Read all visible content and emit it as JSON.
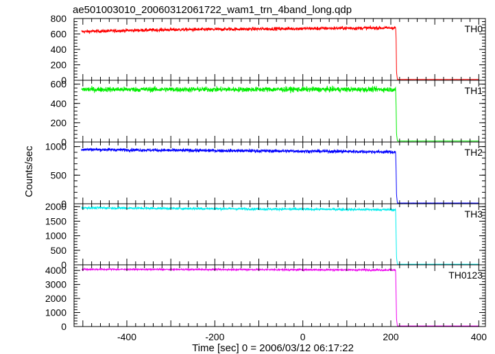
{
  "chart_data": {
    "type": "line",
    "title": "ae501003010_20060312061722_wam1_trn_4band_long.qdp",
    "xlabel": "Time [sec] 0 = 2006/03/12 06:17:22",
    "ylabel": "Counts/sec",
    "xlim": [
      -520,
      415
    ],
    "x_ticks": [
      -400,
      -200,
      0,
      200,
      400
    ],
    "grid": false,
    "step_time": 213,
    "series": [
      {
        "name": "TH0",
        "color": "#ff0000",
        "ylim": [
          0,
          800
        ],
        "y_ticks": [
          0,
          200,
          400,
          600,
          800
        ],
        "x_range": [
          -503,
          400
        ],
        "points": [
          [
            -500,
            630
          ],
          [
            -400,
            645
          ],
          [
            -300,
            655
          ],
          [
            -200,
            660
          ],
          [
            -100,
            665
          ],
          [
            0,
            670
          ],
          [
            100,
            675
          ],
          [
            200,
            678
          ],
          [
            211,
            680
          ],
          [
            212,
            560
          ],
          [
            213,
            100
          ],
          [
            215,
            10
          ],
          [
            400,
            10
          ]
        ],
        "noise": 22
      },
      {
        "name": "TH1",
        "color": "#00ee00",
        "ylim": [
          0,
          640
        ],
        "y_ticks": [
          0,
          200,
          400,
          600
        ],
        "x_range": [
          -503,
          400
        ],
        "points": [
          [
            -500,
            545
          ],
          [
            -300,
            545
          ],
          [
            0,
            545
          ],
          [
            200,
            545
          ],
          [
            211,
            545
          ],
          [
            212,
            380
          ],
          [
            213,
            80
          ],
          [
            215,
            10
          ],
          [
            400,
            10
          ]
        ],
        "noise": 26
      },
      {
        "name": "TH2",
        "color": "#0000ff",
        "ylim": [
          0,
          1080
        ],
        "y_ticks": [
          0,
          500,
          1000
        ],
        "x_range": [
          -503,
          400
        ],
        "points": [
          [
            -500,
            950
          ],
          [
            -300,
            935
          ],
          [
            -100,
            925
          ],
          [
            100,
            915
          ],
          [
            200,
            905
          ],
          [
            211,
            905
          ],
          [
            212,
            600
          ],
          [
            213,
            150
          ],
          [
            215,
            12
          ],
          [
            400,
            12
          ]
        ],
        "noise": 28
      },
      {
        "name": "TH3",
        "color": "#00eeee",
        "ylim": [
          0,
          2100
        ],
        "y_ticks": [
          0,
          500,
          1000,
          1500,
          2000
        ],
        "x_range": [
          -503,
          400
        ],
        "points": [
          [
            -500,
            1960
          ],
          [
            -300,
            1940
          ],
          [
            -100,
            1920
          ],
          [
            100,
            1905
          ],
          [
            200,
            1895
          ],
          [
            211,
            1890
          ],
          [
            212,
            1050
          ],
          [
            213,
            250
          ],
          [
            215,
            20
          ],
          [
            400,
            20
          ]
        ],
        "noise": 40
      },
      {
        "name": "TH0123",
        "color": "#ee00ee",
        "ylim": [
          0,
          4400
        ],
        "y_ticks": [
          0,
          1000,
          2000,
          3000,
          4000
        ],
        "x_range": [
          -503,
          400
        ],
        "points": [
          [
            -500,
            4080
          ],
          [
            -300,
            4070
          ],
          [
            -100,
            4060
          ],
          [
            100,
            4040
          ],
          [
            200,
            4030
          ],
          [
            211,
            4030
          ],
          [
            212,
            2300
          ],
          [
            213,
            500
          ],
          [
            215,
            40
          ],
          [
            400,
            40
          ]
        ],
        "noise": 55
      }
    ]
  }
}
